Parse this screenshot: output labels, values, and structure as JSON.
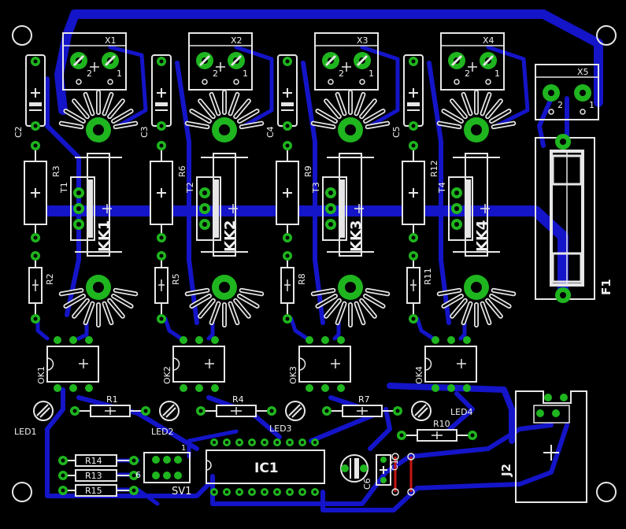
{
  "connectors": [
    "X1",
    "X2",
    "X3",
    "X4",
    "X5"
  ],
  "terminal_pins": [
    "2",
    "1"
  ],
  "capacitors": [
    "C2",
    "C3",
    "C4",
    "C5"
  ],
  "resistors_top": [
    "R3",
    "R6",
    "R9",
    "R12"
  ],
  "transistors": [
    "T1",
    "T2",
    "T3",
    "T4"
  ],
  "heatsinks": [
    "KK1",
    "KK2",
    "KK3",
    "KK4"
  ],
  "resistors_mid": [
    "R2",
    "R5",
    "R8",
    "R11"
  ],
  "optocouplers": [
    "OK1",
    "OK2",
    "OK3",
    "OK4"
  ],
  "resistors_bottom": [
    "R1",
    "R4",
    "R7",
    "R10"
  ],
  "leds": [
    "LED1",
    "LED2",
    "LED3",
    "LED4"
  ],
  "resistors_left": [
    "R14",
    "R13",
    "R15"
  ],
  "header": {
    "name": "SV1",
    "pin1": "1",
    "pin6": "6"
  },
  "ic": "IC1",
  "cap_c6": "C6",
  "cap_c1": "C1",
  "jack": "J2",
  "fuse": "F1"
}
